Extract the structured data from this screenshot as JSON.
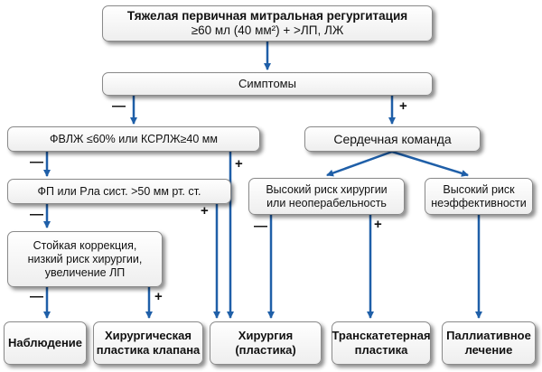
{
  "diagram": {
    "top": {
      "line1": "Тяжелая первичная митральная регургитация",
      "line2": "≥60 мл (40 мм²) + >ЛП, ЛЖ"
    },
    "symptoms": "Симптомы",
    "lvef": "ФВЛЖ ≤60% или КСРЛЖ≥40 мм",
    "heart_team": "Сердечная команда",
    "af": "ФП или Рла сист. >50 мм рт. ст.",
    "high_risk": {
      "line1": "Высокий риск хирургии",
      "line2": "или неоперабельность"
    },
    "futility": {
      "line1": "Высокий риск",
      "line2": "неэффективности"
    },
    "durable": {
      "line1": "Стойкая коррекция,",
      "line2": "низкий риск хирургии,",
      "line3": "увеличение ЛП"
    },
    "outcomes": {
      "observation": "Наблюдение",
      "valve_repair": {
        "line1": "Хирургическая",
        "line2": "пластика клапана"
      },
      "surgery": {
        "line1": "Хирургия",
        "line2": "(пластика)"
      },
      "transcatheter": {
        "line1": "Транскатетерная",
        "line2": "пластика"
      },
      "palliative": {
        "line1": "Паллиативное",
        "line2": "лечение"
      }
    },
    "signs": {
      "minus": "—",
      "plus": "+"
    }
  }
}
